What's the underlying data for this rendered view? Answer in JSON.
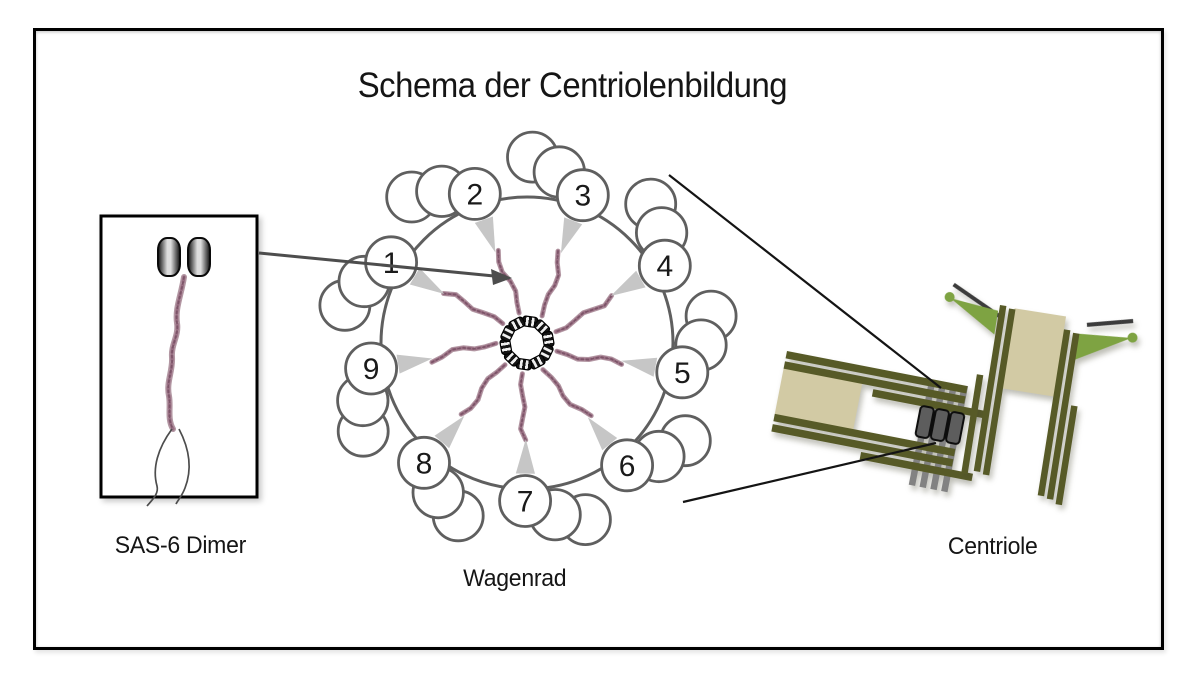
{
  "title": "Schema der Centriolenbildung",
  "sas6": {
    "label": "SAS-6 Dimer"
  },
  "wheel": {
    "label": "Wagenrad",
    "numbers": [
      "1",
      "2",
      "3",
      "4",
      "5",
      "6",
      "7",
      "8",
      "9"
    ],
    "hub_segments": 10
  },
  "centriole": {
    "label": "Centriole"
  },
  "colors": {
    "frame": "#000000",
    "circle_stroke": "#5f5f5f",
    "wedge": "#c6c6c6",
    "spoke_light": "#b397a3",
    "spoke_mid": "#9a7084",
    "spoke_dark": "#7c5468",
    "olive": "#575a27",
    "tan": "#d2caa4",
    "green": "#7ea342",
    "gray_bar": "#828282",
    "barrel": "#5d5d5d",
    "arrow": "#4d4d4d",
    "zoom_line": "#141414",
    "legs": "#4d4d4d",
    "digit": "#1a1a1a"
  }
}
